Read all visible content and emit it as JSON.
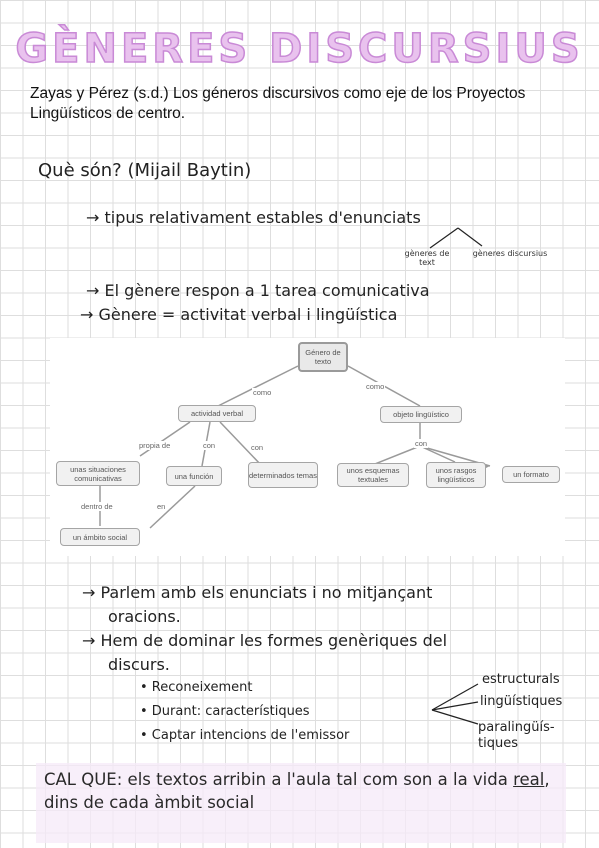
{
  "title": "GÈNERES DISCURSIUS",
  "citation": "Zayas y Pérez (s.d.) Los géneros discursivos como eje de los Proyectos Lingüísticos de centro.",
  "question": "Què són? (Mijail Baytin)",
  "definition": "→ tipus relativament estables d'enunciats",
  "branches": {
    "left": "gèneres de text",
    "right": "gèneres discursius"
  },
  "points": [
    "→ El gènere respon a 1 tarea comunicativa",
    "→ Gènere = activitat verbal i lingüística"
  ],
  "diagram": {
    "root": "Género de texto",
    "level1_left": "actividad verbal",
    "level1_right": "objeto lingüístico",
    "edge_como_left": "como",
    "edge_como_right": "como",
    "edge_propia": "propia de",
    "edge_con1": "con",
    "edge_con2": "con",
    "edge_con3": "con",
    "edge_dentro": "dentro de",
    "edge_en": "en",
    "situaciones": "unas situaciones comunicativas",
    "funcion": "una función",
    "temas": "determinados temas",
    "esquemas": "unos esquemas textuales",
    "rasgos": "unos rasgos lingüísticos",
    "formato": "un formato",
    "ambito": "un ámbito social"
  },
  "notes": {
    "parlem_1": "→ Parlem amb els enunciats i no mitjançant",
    "parlem_2": "oracions.",
    "hem_1": "→ Hem de dominar les formes genèriques del",
    "hem_2": "discurs.",
    "bullet_1": "• Reconeixement",
    "bullet_2": "• Durant: característiques",
    "bullet_3": "• Captar intencions de l'emissor",
    "char_1": "estructurals",
    "char_2": "lingüístiques",
    "char_3a": "paralingüís-",
    "char_3b": "tiques"
  },
  "callout": {
    "part1": "CAL QUE: els textos arribin a l'aula tal com son a la vida ",
    "underlined": "real",
    "part2": ", dins de cada àmbit social"
  }
}
